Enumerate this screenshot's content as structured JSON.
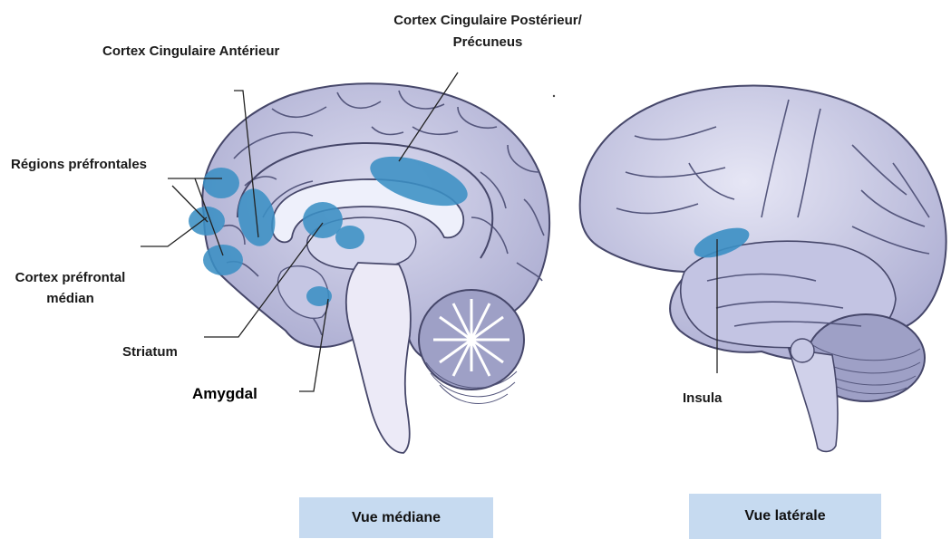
{
  "diagram": {
    "medial_labels": {
      "acc": "Cortex Cingulaire Antérieur",
      "pcc_line1": "Cortex Cingulaire Postérieur/",
      "pcc_line2": "Précuneus",
      "prefrontal": "Régions préfrontales",
      "mpfc_line1": "Cortex préfrontal",
      "mpfc_line2": "médian",
      "striatum": "Striatum",
      "amygdala": "Amygdal"
    },
    "lateral_labels": {
      "insula": "Insula"
    },
    "view_titles": {
      "medial": "Vue médiane",
      "lateral": "Vue latérale"
    },
    "colors": {
      "brain_fill": "#b9badb",
      "brain_stroke": "#46476a",
      "region_highlight": "#3b8fc4",
      "view_box": "#c6daf0"
    }
  }
}
